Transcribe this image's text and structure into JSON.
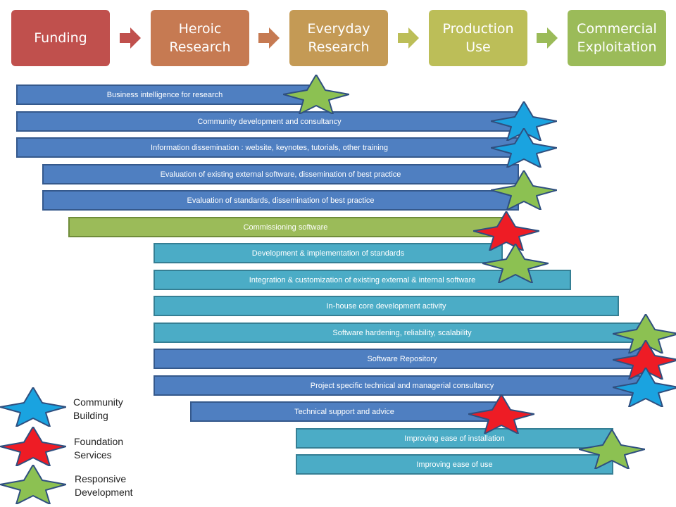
{
  "colors": {
    "community": "#1aa3e0",
    "foundation": "#ee1c25",
    "responsive": "#8cc152",
    "star_outline": "#2f4f7f"
  },
  "stages": [
    {
      "label": "Funding",
      "color": "#c0504d"
    },
    {
      "label": "Heroic\nResearch",
      "color": "#c67a52"
    },
    {
      "label": "Everyday\nResearch",
      "color": "#c49a55"
    },
    {
      "label": "Production\nUse",
      "color": "#bcbe58"
    },
    {
      "label": "Commercial\nExploitation",
      "color": "#9bbb59"
    }
  ],
  "arrows": [
    {
      "color": "#c0504d"
    },
    {
      "color": "#c67a52"
    },
    {
      "color": "#bcbe58"
    },
    {
      "color": "#9bbb59"
    }
  ],
  "activities": [
    {
      "label": "Business intelligence for research",
      "style": "dark",
      "star": "responsive"
    },
    {
      "label": "Community development and consultancy",
      "style": "dark",
      "star": "community"
    },
    {
      "label": "Information dissemination : website, keynotes, tutorials, other training",
      "style": "dark",
      "star": "community"
    },
    {
      "label": "Evaluation of existing external software, dissemination of best practice",
      "style": "dark",
      "star": null
    },
    {
      "label": "Evaluation of standards, dissemination of best practice",
      "style": "dark",
      "star": "responsive"
    },
    {
      "label": "Commissioning software",
      "style": "green",
      "star": "foundation"
    },
    {
      "label": "Development & implementation of standards",
      "style": "light",
      "star": "responsive"
    },
    {
      "label": "Integration & customization of existing external & internal software",
      "style": "light",
      "star": null
    },
    {
      "label": "In-house core development activity",
      "style": "light",
      "star": null
    },
    {
      "label": "Software hardening, reliability, scalability",
      "style": "light",
      "star": "responsive"
    },
    {
      "label": "Software Repository",
      "style": "dark",
      "star": "foundation"
    },
    {
      "label": "Project specific technical and managerial consultancy",
      "style": "dark",
      "star": "community"
    },
    {
      "label": "Technical support and advice",
      "style": "dark",
      "star": "foundation"
    },
    {
      "label": "Improving ease of installation",
      "style": "light",
      "star": "responsive"
    },
    {
      "label": "Improving ease of use",
      "style": "light",
      "star": null
    }
  ],
  "legend": [
    {
      "key": "community",
      "label": "Community\nBuilding"
    },
    {
      "key": "foundation",
      "label": "Foundation\nServices"
    },
    {
      "key": "responsive",
      "label": "Responsive\nDevelopment"
    }
  ]
}
